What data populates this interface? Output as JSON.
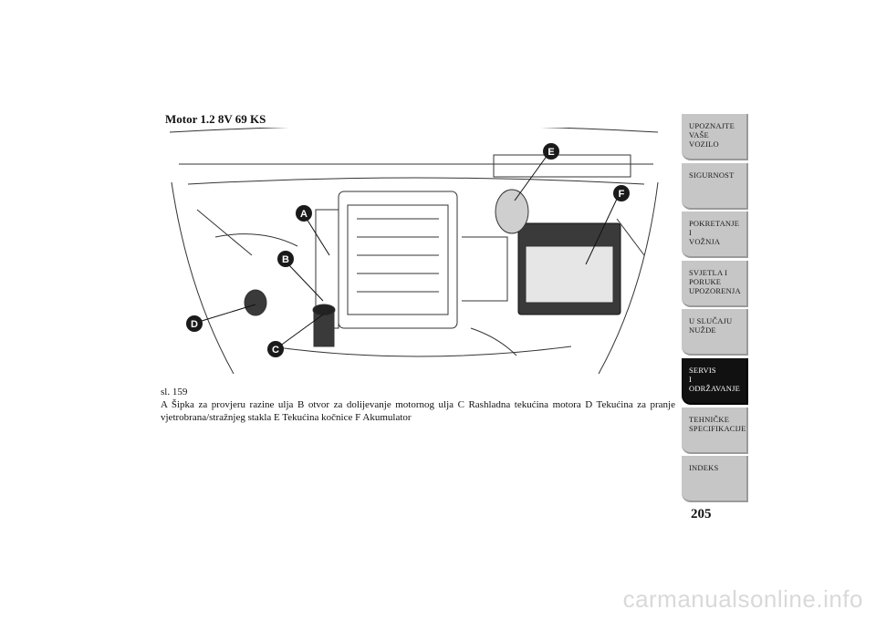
{
  "title": "Motor 1.2 8V 69 KS",
  "figure": {
    "ref": "sl. 159",
    "labels": [
      "A",
      "B",
      "C",
      "D",
      "E",
      "F"
    ]
  },
  "caption": "A Šipka za provjeru razine ulja B otvor za dolijevanje motornog ulja C Rashladna tekućina motora D Tekućina za pranje vjetrobrana/stražnjeg stakla E Tekućina kočnice F Akumulator",
  "nav": {
    "tabs": [
      {
        "label": "UPOZNAJTE\nVAŠE\nVOZILO",
        "active": false
      },
      {
        "label": "SIGURNOST",
        "active": false
      },
      {
        "label": "POKRETANJE\nI\nVOŽNJA",
        "active": false
      },
      {
        "label": "SVJETLA I\nPORUKE\nUPOZORENJA",
        "active": false
      },
      {
        "label": "U SLUČAJU\nNUŽDE",
        "active": false
      },
      {
        "label": "SERVIS\nI\nODRŽAVANJE",
        "active": true
      },
      {
        "label": "TEHNIČKE\nSPECIFIKACIJE",
        "active": false
      },
      {
        "label": "INDEKS",
        "active": false
      }
    ]
  },
  "page_number": "205",
  "watermark": "carmanualsonline.info",
  "colors": {
    "active_tab": "#111111",
    "tab": "#c6c6c6",
    "label_marker": "#1a1a1a"
  }
}
